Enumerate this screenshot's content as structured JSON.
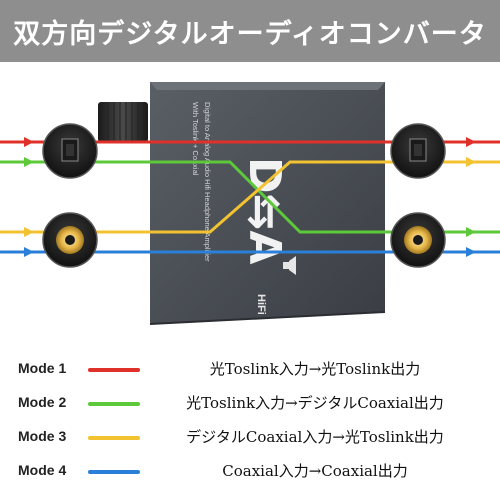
{
  "title": "双方向デジタルオーディオコンバータ",
  "device": {
    "text_line1": "Digital to Analog Audio Hifi Headphone Amplifier",
    "text_line2": "With Toslink + Coaxial",
    "logo": "D⇆A",
    "hifi": "HiFi"
  },
  "modes": [
    {
      "label": "Mode 1",
      "color": "#e0302a",
      "desc": "光Toslink入力→光Toslink出力"
    },
    {
      "label": "Mode 2",
      "color": "#5cc83a",
      "desc": "光Toslink入力→デジタルCoaxial出力"
    },
    {
      "label": "Mode 3",
      "color": "#f2c230",
      "desc": "デジタルCoaxial入力→光Toslink出力"
    },
    {
      "label": "Mode 4",
      "color": "#2a7fd8",
      "desc": "Coaxial入力→Coaxial出力"
    }
  ]
}
